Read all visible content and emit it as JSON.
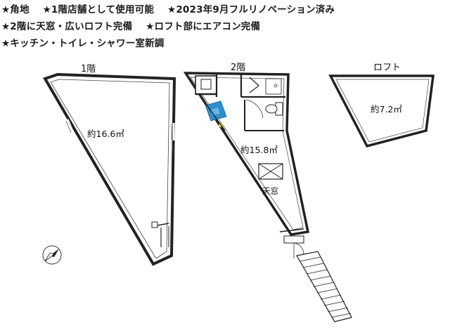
{
  "features": {
    "line1": [
      "★角地",
      "★1階店舗として使用可能",
      "★2023年9月フルリノベーション済み"
    ],
    "line2": [
      "★2階に天窓・広いロフト完備",
      "★ロフト部にエアコン完備"
    ],
    "line3": [
      "★キッチン・トイレ・シャワー室新調"
    ]
  },
  "floors": {
    "first": {
      "label": "1階",
      "area": "約16.6㎡"
    },
    "second": {
      "label": "2階",
      "area": "約15.8㎡",
      "skylight": "天窓"
    },
    "loft": {
      "label": "ロフト",
      "area": "約7.2㎡"
    }
  },
  "colors": {
    "wall": "#222222",
    "wall_fill": "#ffffff",
    "kitchen_blue": "#2e8fd0",
    "kitchen_yellow": "#f2e04a"
  },
  "icons": {
    "compass": "compass-icon",
    "skylight": "skylight-icon",
    "toilet": "toilet-icon",
    "shower": "shower-icon",
    "kitchen": "kitchen-icon",
    "stairs": "stairs-icon"
  }
}
